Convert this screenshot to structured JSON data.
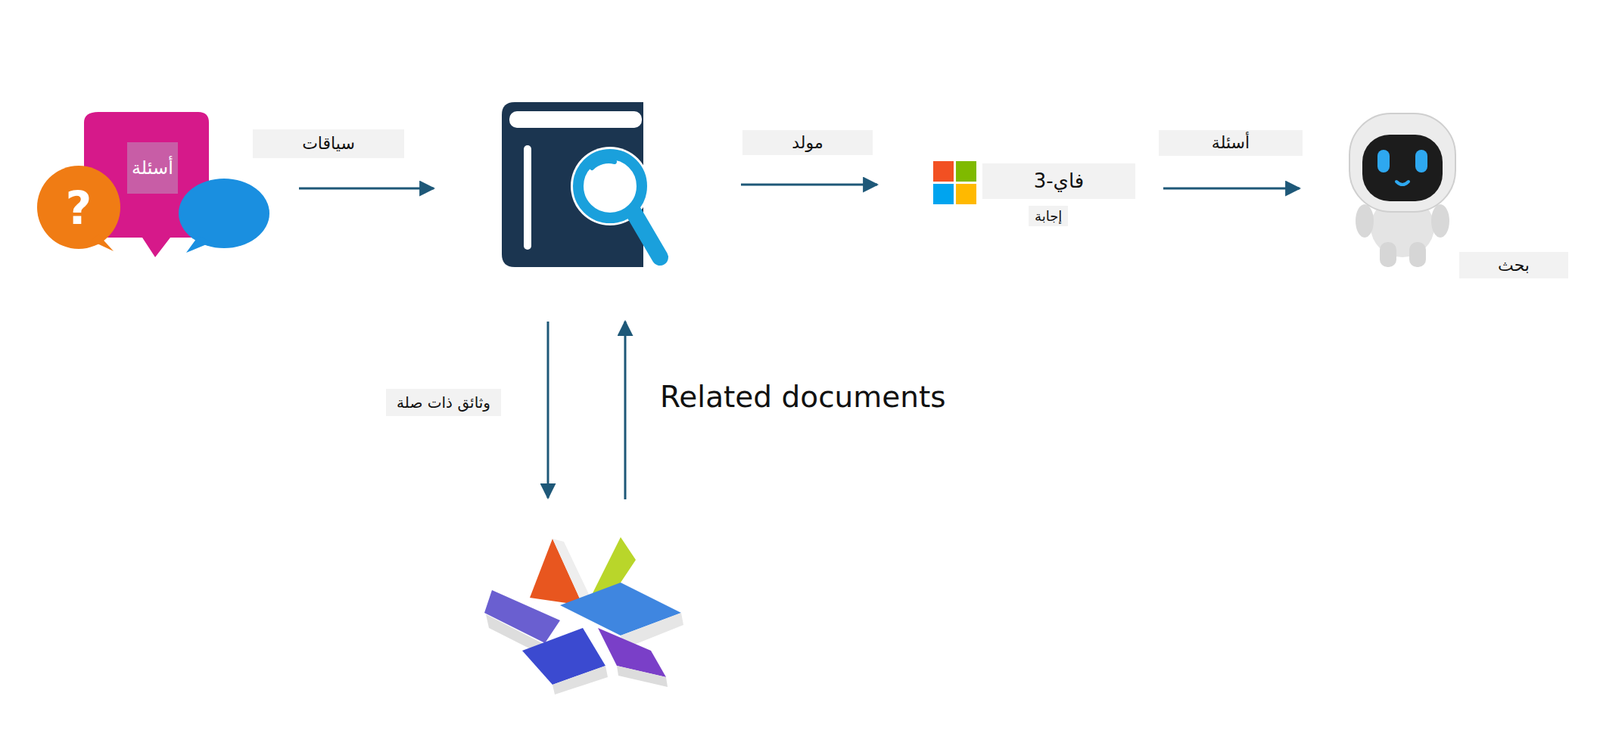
{
  "diagram": {
    "nodes": [
      {
        "text": [
          "أسئلة"
        ]
      },
      {
        "text": [
          "فاي-3",
          "إجابة"
        ]
      },
      {
        "text": [
          "بحث"
        ]
      }
    ],
    "edges": [
      {
        "from": 1,
        "to": 2,
        "label": "أسئلة",
        "arrow": "to"
      }
    ],
    "labels": [
      "سياقات",
      "مولد",
      "وثائق ذات صلة",
      "Related documents"
    ]
  }
}
